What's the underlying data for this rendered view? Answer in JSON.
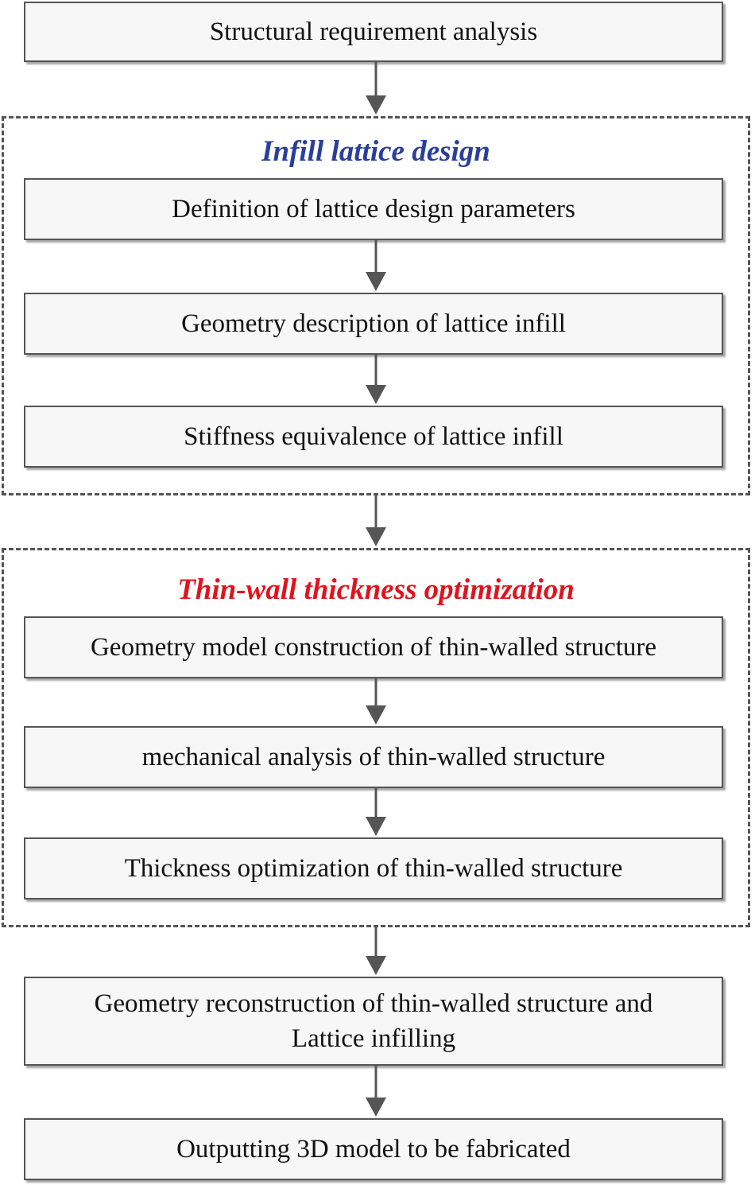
{
  "steps": {
    "s1": "Structural requirement analysis",
    "s2": "Definition of lattice design parameters",
    "s3": "Geometry description of lattice infill",
    "s4": "Stiffness equivalence of lattice infill",
    "s5": "Geometry model construction of thin-walled structure",
    "s6": "mechanical analysis of thin-walled structure",
    "s7": "Thickness optimization of thin-walled structure",
    "s8_line1": "Geometry reconstruction of thin-walled structure and",
    "s8_line2": "Lattice infilling",
    "s9": "Outputting 3D model to be fabricated"
  },
  "groups": {
    "infill": {
      "title": "Infill lattice design",
      "color": "#2a3f9b"
    },
    "thinwall": {
      "title": "Thin-wall thickness optimization",
      "color": "#e0141e"
    }
  },
  "colors": {
    "stroke": "#555555",
    "box_fill": "#f7f7f7"
  }
}
